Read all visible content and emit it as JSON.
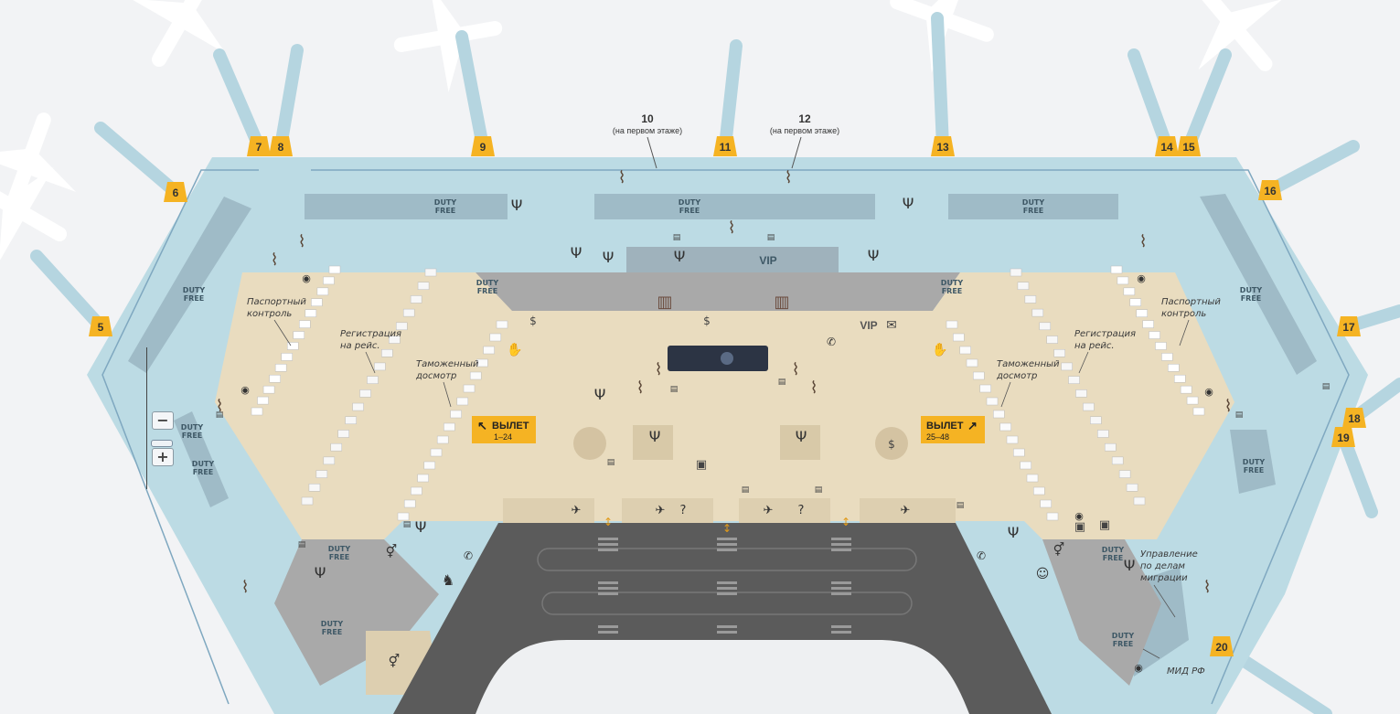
{
  "colors": {
    "terminal": "#bcdbe4",
    "hall": "#e9dcbf",
    "service": "#a8a8a8",
    "road": "#5b5b5b",
    "gate": "#f5b323",
    "duty_free": "#9fbbc7"
  },
  "gates": [
    {
      "label": "5"
    },
    {
      "label": "6"
    },
    {
      "label": "7"
    },
    {
      "label": "8"
    },
    {
      "label": "9"
    },
    {
      "label": "11"
    },
    {
      "label": "13"
    },
    {
      "label": "14"
    },
    {
      "label": "15"
    },
    {
      "label": "16"
    },
    {
      "label": "17"
    },
    {
      "label": "18"
    },
    {
      "label": "19"
    },
    {
      "label": "20"
    }
  ],
  "lower_gates": [
    {
      "number": "10",
      "note": "(на первом этаже)"
    },
    {
      "number": "12",
      "note": "(на первом этаже)"
    }
  ],
  "duty_free": {
    "line1": "DUTY",
    "line2": "FREE"
  },
  "vip": "VIP",
  "labels": {
    "passport_control": [
      "Паспортный",
      "контроль"
    ],
    "check_in": [
      "Регистрация",
      "на рейс."
    ],
    "customs": [
      "Таможенный",
      "досмотр"
    ],
    "migration": [
      "Управление",
      "по делам",
      "миграции"
    ],
    "mfa": "МИД РФ"
  },
  "departures": [
    {
      "title": "ВЫЛЕТ",
      "range": "1–24",
      "arrow": "↖"
    },
    {
      "title": "ВЫЛЕТ",
      "range": "25–48",
      "arrow": "↗"
    }
  ],
  "zoom_controls": {
    "minus": "−",
    "plus": "+"
  }
}
